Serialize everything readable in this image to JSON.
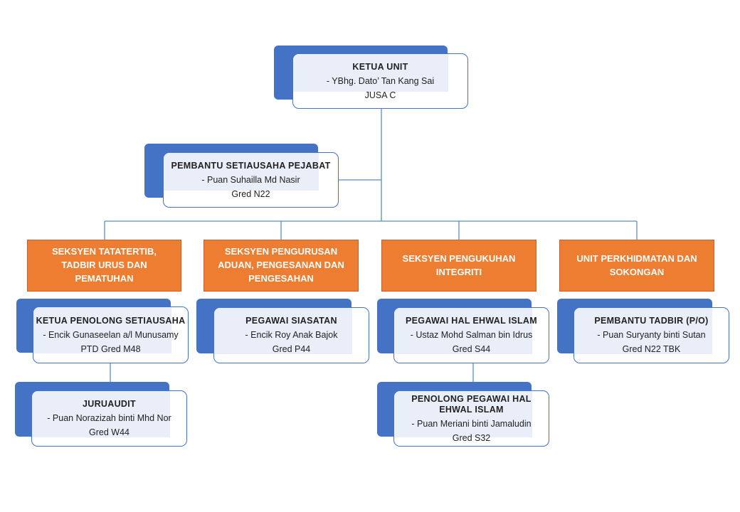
{
  "head": {
    "title": "KETUA UNIT",
    "name": "- YBhg. Dato’ Tan Kang Sai",
    "grade": "JUSA C"
  },
  "secretary": {
    "title": "PEMBANTU SETIAUSAHA PEJABAT",
    "name": "- Puan Suhailla Md Nasir",
    "grade": "Gred N22"
  },
  "sections": [
    {
      "title": "SEKSYEN TATATERTIB, TADBIR URUS DAN PEMATUHAN",
      "staff": [
        {
          "title": "KETUA PENOLONG SETIAUSAHA",
          "name": "- Encik Gunaseelan a/l Munusamy",
          "grade": "PTD Gred M48"
        },
        {
          "title": "JURUAUDIT",
          "name": "- Puan Norazizah binti Mhd Nor",
          "grade": "Gred W44"
        }
      ]
    },
    {
      "title": "SEKSYEN PENGURUSAN ADUAN, PENGESANAN DAN PENGESAHAN",
      "staff": [
        {
          "title": "PEGAWAI SIASATAN",
          "name": "- Encik Roy Anak Bajok",
          "grade": "Gred P44"
        }
      ]
    },
    {
      "title": "SEKSYEN PENGUKUHAN INTEGRITI",
      "staff": [
        {
          "title": "PEGAWAI HAL EHWAL ISLAM",
          "name": "- Ustaz Mohd Salman bin Idrus",
          "grade": "Gred S44"
        },
        {
          "title": "PENOLONG PEGAWAI HAL EHWAL ISLAM",
          "name": "- Puan Meriani binti Jamaludin",
          "grade": "Gred S32"
        }
      ]
    },
    {
      "title": "UNIT PERKHIDMATAN DAN SOKONGAN",
      "staff": [
        {
          "title": "PEMBANTU TADBIR (P/O)",
          "name": "- Puan Suryanty binti Sutan",
          "grade": "Gred N22 TBK"
        }
      ]
    }
  ],
  "colors": {
    "blue": "#4472c4",
    "orange": "#ed7d31",
    "line": "#5b8fb9",
    "band": "#e9eef8"
  }
}
